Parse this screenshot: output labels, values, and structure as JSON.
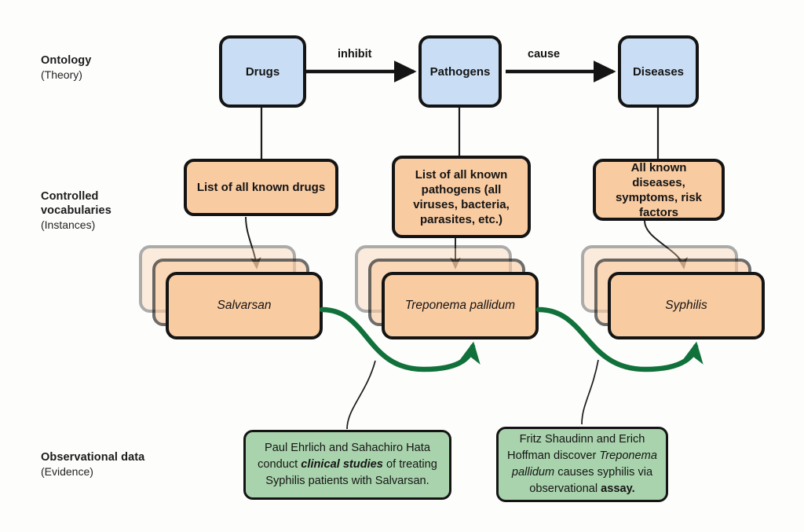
{
  "rows": [
    {
      "title": "Ontology",
      "subtitle": "(Theory)"
    },
    {
      "title": "Controlled",
      "title2": "vocabularies",
      "subtitle": "(Instances)"
    },
    {
      "title": "Observational data",
      "subtitle": "(Evidence)"
    }
  ],
  "ontology": {
    "nodes": [
      {
        "label": "Drugs"
      },
      {
        "label": "Pathogens"
      },
      {
        "label": "Diseases"
      }
    ],
    "edges": [
      {
        "label": "inhibit",
        "from": "Drugs",
        "to": "Pathogens"
      },
      {
        "label": "cause",
        "from": "Pathogens",
        "to": "Diseases"
      }
    ]
  },
  "vocabularies": [
    {
      "label": "List of all known drugs"
    },
    {
      "label": "List of all known pathogens (all viruses, bacteria, parasites, etc.)"
    },
    {
      "label": "All known diseases, symptoms, risk factors"
    }
  ],
  "instances": [
    {
      "label": "Salvarsan"
    },
    {
      "label": "Treponema pallidum"
    },
    {
      "label": "Syphilis"
    }
  ],
  "evidence": [
    {
      "id": "ehrlich",
      "text": "Paul Ehrlich and Sahachiro Hata conduct clinical studies of treating Syphilis patients with Salvarsan.",
      "parts": [
        {
          "t": "Paul Ehrlich and Sahachiro Hata conduct ",
          "style": "normal"
        },
        {
          "t": "clinical studies",
          "style": "bold-italic"
        },
        {
          "t": " of treating Syphilis patients with Salvarsan.",
          "style": "normal"
        }
      ]
    },
    {
      "id": "shaudinn",
      "text": "Fritz Shaudinn and Erich Hoffman discover Treponema pallidum causes syphilis via observational assay.",
      "parts": [
        {
          "t": "Fritz Shaudinn and Erich Hoffman discover ",
          "style": "normal"
        },
        {
          "t": "Treponema pallidum",
          "style": "italic"
        },
        {
          "t": " causes syphilis via observational ",
          "style": "normal"
        },
        {
          "t": "assay.",
          "style": "bold"
        }
      ]
    }
  ],
  "colors": {
    "background": "#fdfdfc",
    "ontology_fill": "#c9def4",
    "vocabulary_fill": "#f9cba1",
    "instance_fill": "#f9cba1",
    "evidence_fill": "#a9d3ac",
    "stroke": "#141414",
    "evidence_arrow": "#11713a",
    "thin_connector": "#1b1b1b"
  }
}
